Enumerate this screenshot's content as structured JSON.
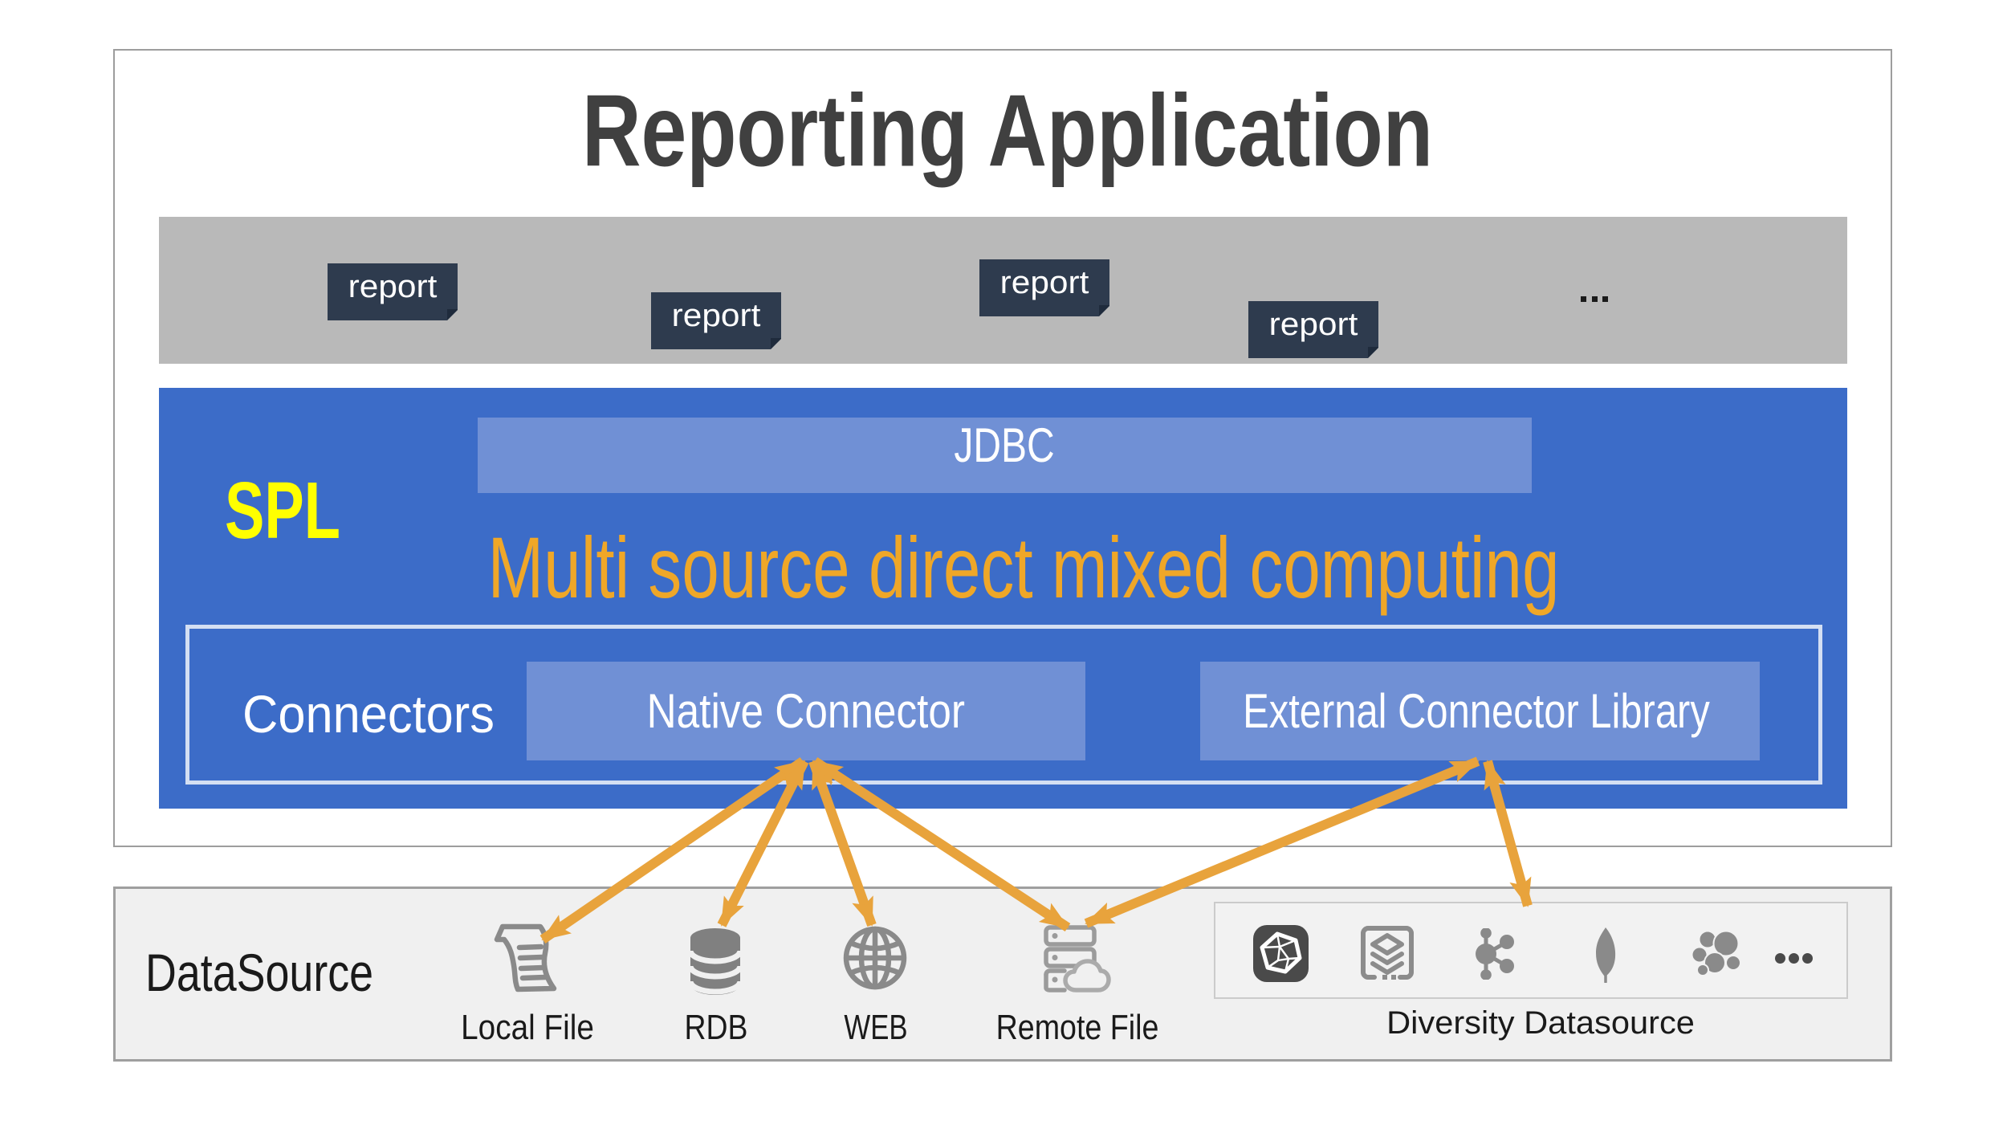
{
  "title": "Reporting Application",
  "report_band": {
    "tags": [
      "report",
      "report",
      "report",
      "report"
    ],
    "more": "..."
  },
  "spl": {
    "label": "SPL",
    "jdbc_label": "JDBC",
    "headline": "Multi source direct mixed computing",
    "connectors": {
      "label": "Connectors",
      "native": "Native Connector",
      "external": "External Connector Library"
    }
  },
  "datasource": {
    "label": "DataSource",
    "items": [
      {
        "label": "Local File",
        "icon": "scroll-document-icon"
      },
      {
        "label": "RDB",
        "icon": "database-cylinder-icon"
      },
      {
        "label": "WEB",
        "icon": "globe-icon"
      },
      {
        "label": "Remote File",
        "icon": "server-cloud-icon"
      }
    ],
    "diversity": {
      "label": "Diversity Datasource",
      "icons": [
        "polyhedron-app-icon",
        "layer-stack-icon",
        "graph-network-icon",
        "leaf-icon",
        "blob-cluster-icon"
      ],
      "more": "..."
    }
  },
  "connections": [
    {
      "from": "Native Connector",
      "to": "Local File"
    },
    {
      "from": "Native Connector",
      "to": "RDB"
    },
    {
      "from": "Native Connector",
      "to": "WEB"
    },
    {
      "from": "Native Connector",
      "to": "Remote File"
    },
    {
      "from": "External Connector Library",
      "to": "Remote File"
    },
    {
      "from": "External Connector Library",
      "to": "Diversity Datasource"
    }
  ],
  "colors": {
    "blue_box": "#3c6cc8",
    "light_bar": "#7090d5",
    "gray_band": "#b9b9b9",
    "navy_tag": "#2e3b4e",
    "arrow_orange": "#e8a33c",
    "headline_orange": "#efa728",
    "spl_yellow": "#ffff00",
    "title_gray": "#404040"
  }
}
